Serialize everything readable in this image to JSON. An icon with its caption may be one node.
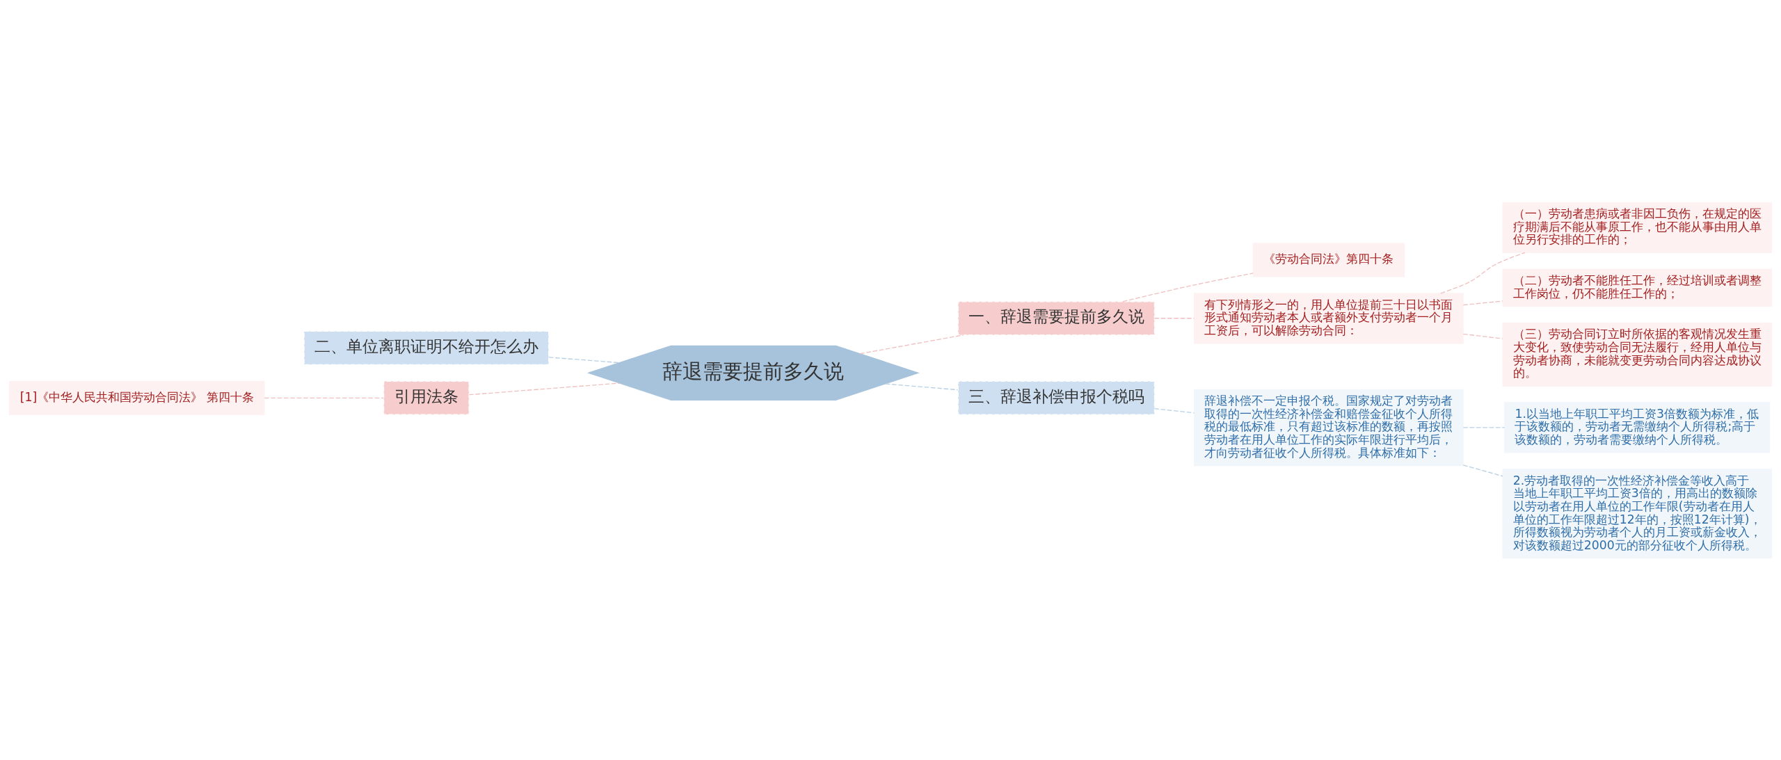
{
  "diagram": {
    "nodes": [
      {
        "text": [
          "辞退需要提前多久说"
        ]
      },
      {
        "text": [
          "一、辞退需要提前多久说"
        ]
      },
      {
        "text": [
          "《劳动合同法》第四十条"
        ]
      },
      {
        "text": [
          "有下列情形之一的，用人单位提前三十日以书面形式通知劳动者本人或者额外支付劳动者一个月工资后，可以解除劳动合同："
        ]
      },
      {
        "text": [
          "（一）劳动者患病或者非因工负伤，在规定的医疗期满后不能从事原工作，也不能从事由用人单位另行安排的工作的；"
        ]
      },
      {
        "text": [
          "（二）劳动者不能胜任工作，经过培训或者调整工作岗位，仍不能胜任工作的；"
        ]
      },
      {
        "text": [
          "（三）劳动合同订立时所依据的客观情况发生重大变化，致使劳动合同无法履行，经用人单位与劳动者协商，未能就变更劳动合同内容达成协议的。"
        ]
      },
      {
        "text": [
          "三、辞退补偿申报个税吗"
        ]
      },
      {
        "text": [
          "辞退补偿不一定申报个税。国家规定了对劳动者取得的一次性经济补偿金和赔偿金征收个人所得税的最低标准，只有超过该标准的数额，再按照劳动者在用人单位工作的实际年限进行平均后，才向劳动者征收个人所得税。具体标准如下："
        ]
      },
      {
        "text": [
          "1.以当地上年职工平均工资3倍数额为标准，低于该数额的，劳动者无需缴纳个人所得税;高于该数额的，劳动者需要缴纳个人所得税。"
        ]
      },
      {
        "text": [
          "2.劳动者取得的一次性经济补偿金等收入高于当地上年职工平均工资3倍的，用高出的数额除以劳动者在用人单位的工作年限(劳动者在用人单位的工作年限超过12年的，按照12年计算)，所得数额视为劳动者个人的月工资或薪金收入，对该数额超过2000元的部分征收个人所得税。"
        ]
      },
      {
        "text": [
          "二、单位离职证明不给开怎么办"
        ]
      },
      {
        "text": [
          "引用法条"
        ]
      },
      {
        "text": [
          "[1]《中华人民共和国劳动合同法》 第四十条"
        ]
      }
    ],
    "edges": [
      {
        "from": 0,
        "to": 1,
        "arrow": "none",
        "style": "dashed",
        "color": "#f0c0c0"
      },
      {
        "from": 1,
        "to": 2,
        "arrow": "none",
        "style": "dashed",
        "color": "#f0c0c0"
      },
      {
        "from": 1,
        "to": 3,
        "arrow": "none",
        "style": "dashed",
        "color": "#f0c0c0"
      },
      {
        "from": 3,
        "to": 4,
        "arrow": "none",
        "style": "dashed",
        "color": "#f0c0c0"
      },
      {
        "from": 3,
        "to": 5,
        "arrow": "none",
        "style": "dashed",
        "color": "#f0c0c0"
      },
      {
        "from": 3,
        "to": 6,
        "arrow": "none",
        "style": "dashed",
        "color": "#f0c0c0"
      },
      {
        "from": 0,
        "to": 7,
        "arrow": "none",
        "style": "dashed",
        "color": "#b8d0e6"
      },
      {
        "from": 7,
        "to": 8,
        "arrow": "none",
        "style": "dashed",
        "color": "#b8d0e6"
      },
      {
        "from": 8,
        "to": 9,
        "arrow": "none",
        "style": "dashed",
        "color": "#b8d0e6"
      },
      {
        "from": 8,
        "to": 10,
        "arrow": "none",
        "style": "dashed",
        "color": "#b8d0e6"
      },
      {
        "from": 0,
        "to": 11,
        "arrow": "none",
        "style": "dashed",
        "color": "#b8d0e6"
      },
      {
        "from": 0,
        "to": 12,
        "arrow": "none",
        "style": "dashed",
        "color": "#f0c0c0"
      },
      {
        "from": 12,
        "to": 13,
        "arrow": "none",
        "style": "dashed",
        "color": "#f0c0c0"
      }
    ]
  }
}
